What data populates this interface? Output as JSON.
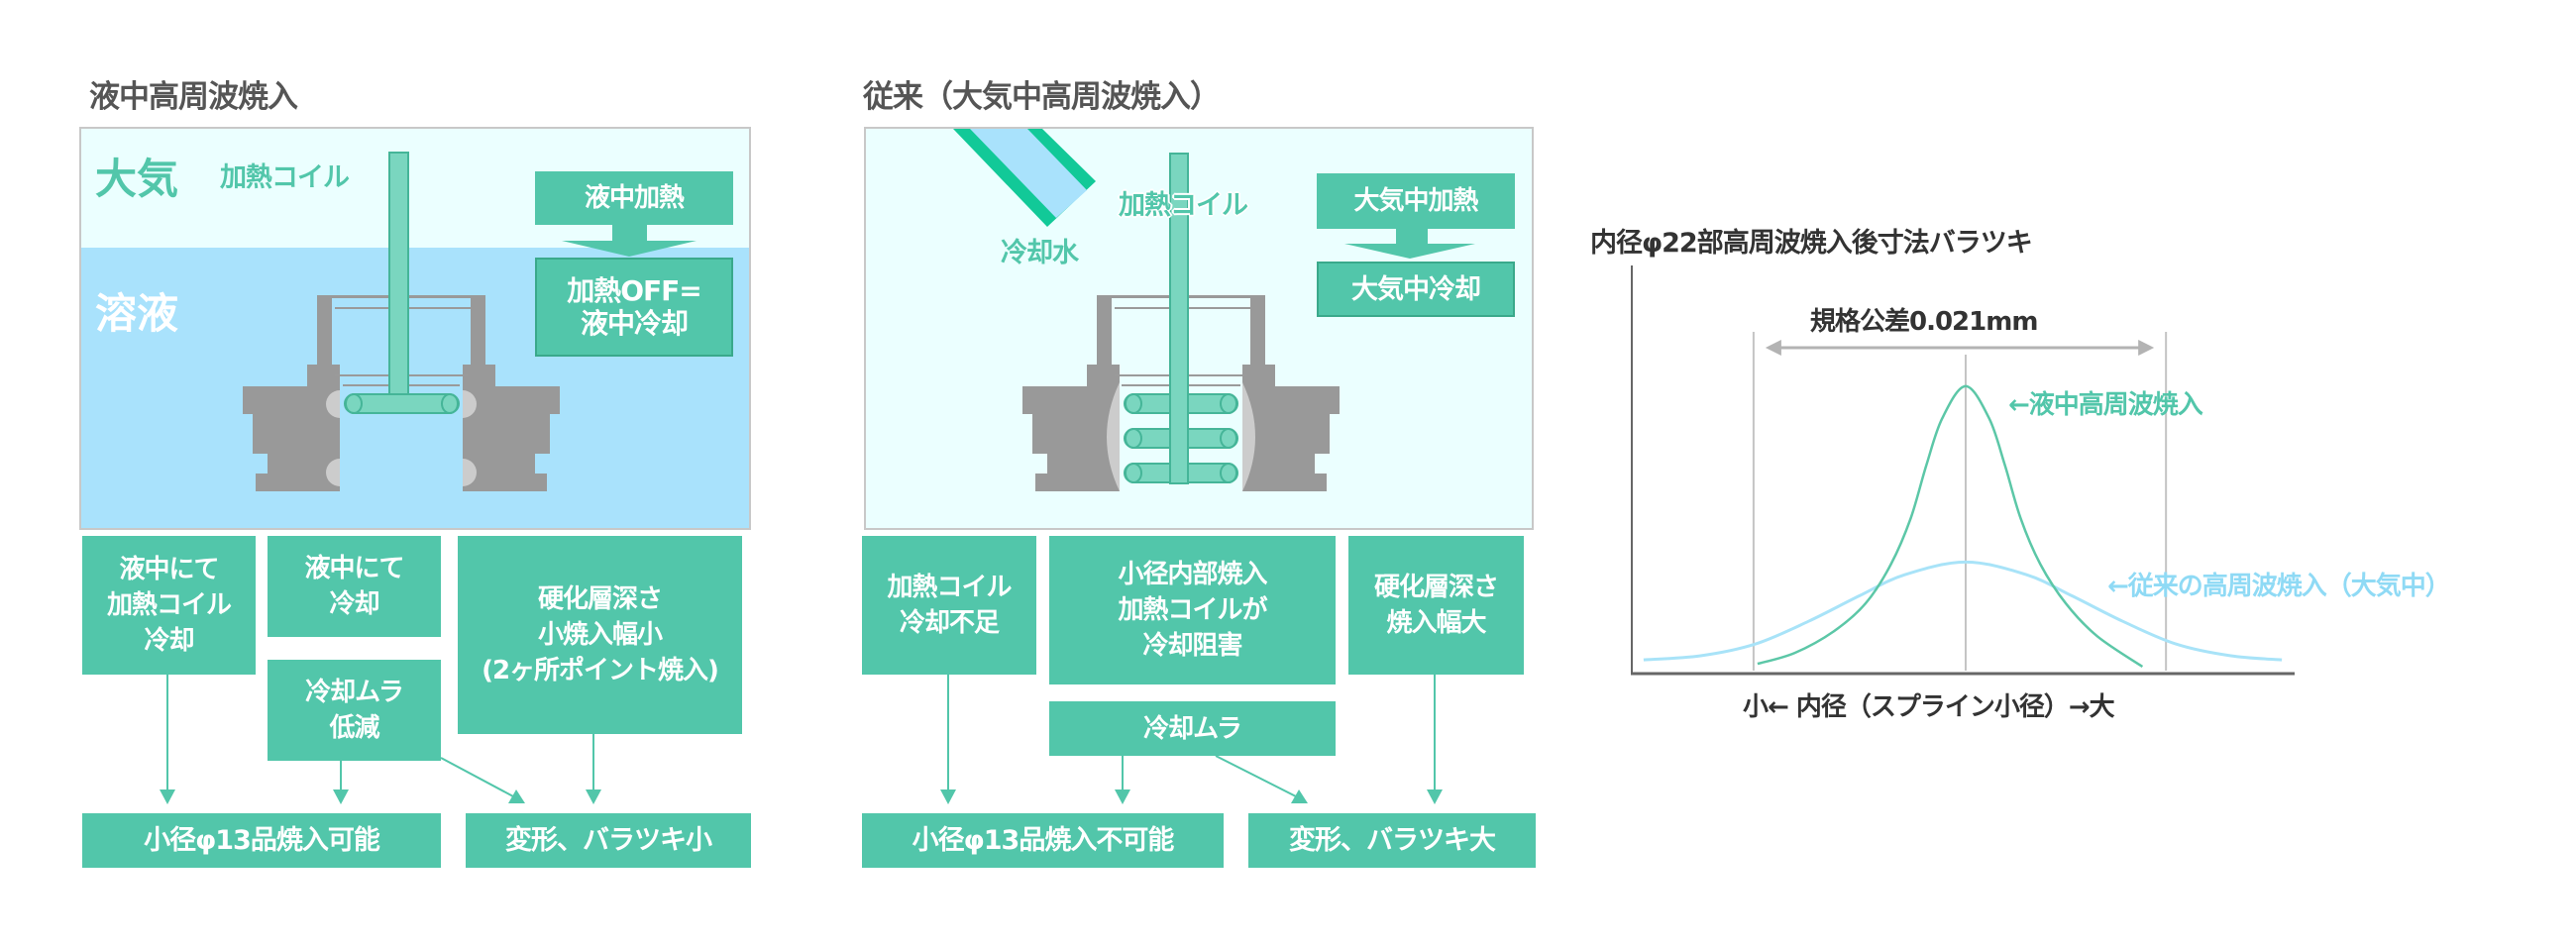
{
  "colors": {
    "accent_green": "#52c6aa",
    "box_border_green": "#3aa98b",
    "air": "#ebffff",
    "solution": "#a9e2fc",
    "workpiece": "#999999",
    "workpiece_highlight": "#cccccc",
    "cooling_pipe": "#12c998",
    "curve_submerged": "#5cc7a7",
    "curve_conventional": "#a8e3f8",
    "label_conventional": "#8fdaf5",
    "text_dark": "#333333"
  },
  "panels": {
    "submerged": {
      "title": "液中高周波焼入",
      "zone_air": "大気",
      "zone_solution": "溶液",
      "coil_label": "加熱コイル",
      "process_heating": "液中加熱",
      "process_cooling": [
        "加熱OFF=",
        "液中冷却"
      ],
      "effects": [
        {
          "lines": [
            "液中にて",
            "加熱コイル",
            "冷却"
          ]
        },
        {
          "lines": [
            "液中にて",
            "冷却"
          ]
        },
        {
          "lines": [
            "冷却ムラ",
            "低減"
          ]
        },
        {
          "lines": [
            "硬化層深さ",
            "小焼入幅小",
            "(2ヶ所ポイント焼入)"
          ]
        }
      ],
      "results": [
        "小径φ13品焼入可能",
        "変形、バラツキ小"
      ]
    },
    "conventional": {
      "title": "従来（大気中高周波焼入）",
      "cooling_water_label": "冷却水",
      "coil_label": "加熱コイル",
      "process_heating": "大気中加熱",
      "process_cooling": "大気中冷却",
      "effects": [
        {
          "lines": [
            "加熱コイル",
            "冷却不足"
          ]
        },
        {
          "lines": [
            "小径内部焼入",
            "加熱コイルが",
            "冷却阻害"
          ]
        },
        {
          "lines": [
            "硬化層深さ",
            "焼入幅大"
          ]
        },
        {
          "lines": [
            "冷却ムラ"
          ]
        }
      ],
      "results": [
        "小径φ13品焼入不可能",
        "変形、バラツキ大"
      ]
    }
  },
  "chart_data": {
    "type": "line",
    "title": "内径φ22部高周波焼入後寸法バラツキ",
    "xlabel": "小← 内径（スプライン小径）→大",
    "ylabel": "",
    "x_units": "mm deviation from nominal (relative)",
    "y_units": "relative frequency",
    "xlim": [
      -0.017,
      0.0167
    ],
    "ylim": [
      0,
      1.42
    ],
    "grid": false,
    "legend": "inline-right",
    "tolerance": {
      "label": "規格公差0.021mm",
      "width_mm": 0.021,
      "limits": [
        -0.0108,
        0.0102
      ],
      "center": 0
    },
    "series": [
      {
        "name": "←液中高周波焼入",
        "color": "#5cc7a7",
        "points": [
          [
            -0.0106,
            0.034
          ],
          [
            -0.0087,
            0.072
          ],
          [
            -0.0067,
            0.148
          ],
          [
            -0.0051,
            0.244
          ],
          [
            -0.0038,
            0.381
          ],
          [
            -0.0028,
            0.54
          ],
          [
            -0.002,
            0.725
          ],
          [
            -0.0012,
            0.887
          ],
          [
            0,
            1.0
          ],
          [
            0.0012,
            0.887
          ],
          [
            0.002,
            0.725
          ],
          [
            0.0028,
            0.54
          ],
          [
            0.0038,
            0.381
          ],
          [
            0.0051,
            0.244
          ],
          [
            0.0067,
            0.13
          ],
          [
            0.009,
            0.024
          ]
        ]
      },
      {
        "name": "←従来の高周波焼入（大気中）",
        "color": "#a8e3f8",
        "points": [
          [
            -0.0164,
            0.048
          ],
          [
            -0.0135,
            0.062
          ],
          [
            -0.0107,
            0.103
          ],
          [
            -0.008,
            0.182
          ],
          [
            -0.0054,
            0.271
          ],
          [
            -0.0031,
            0.344
          ],
          [
            0,
            0.388
          ],
          [
            0.0031,
            0.344
          ],
          [
            0.0054,
            0.271
          ],
          [
            0.008,
            0.182
          ],
          [
            0.0107,
            0.103
          ],
          [
            0.0135,
            0.062
          ],
          [
            0.0161,
            0.048
          ]
        ]
      }
    ]
  }
}
